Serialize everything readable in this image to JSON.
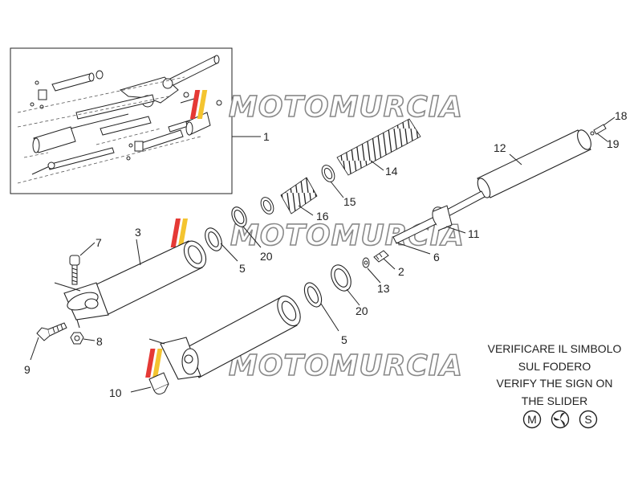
{
  "callouts": {
    "c1": "1",
    "c2": "2",
    "c3": "3",
    "c5a": "5",
    "c5b": "5",
    "c6": "6",
    "c7": "7",
    "c8": "8",
    "c9": "9",
    "c10": "10",
    "c11": "11",
    "c12": "12",
    "c13": "13",
    "c14": "14",
    "c15": "15",
    "c16": "16",
    "c18": "18",
    "c19": "19",
    "c20a": "20",
    "c20b": "20"
  },
  "note": {
    "line1": "VERIFICARE IL SIMBOLO",
    "line2": "SUL FODERO",
    "line3": "VERIFY THE SIGN ON",
    "line4": "THE SLIDER"
  },
  "symbols": {
    "s1": "M",
    "s3": "S"
  },
  "watermark": {
    "text": "MOTOMURCIA"
  },
  "colors": {
    "line": "#222222",
    "watermark_outline": "#8a8a8a",
    "stripe_red": "#e53935",
    "stripe_yellow": "#f4c430"
  }
}
